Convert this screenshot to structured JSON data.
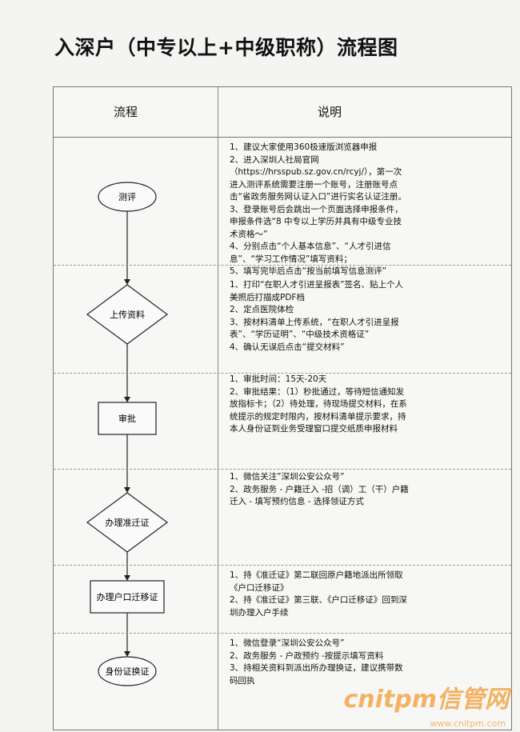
{
  "title": "入深户（中专以上+中级职称）流程图",
  "headers": {
    "process": "流程",
    "description": "说明"
  },
  "steps": [
    {
      "label": "测评",
      "shape": "ellipse",
      "lines": [
        "1、建议大家使用360极速版浏览器申报",
        "2、进入深圳人社局官网（https://hrsspub.sz.gov.cn/rcyj/），第一次进入测评系统需要注册一个账号，注册账号点击“省政务服务网认证入口”进行实名认证注册。",
        "3、登录账号后会跳出一个页面选择申报条件，申报条件选“8 中专以上学历并具有中级专业技术资格～”",
        "4、分别点击“个人基本信息”、“人才引进信息”、“学习工作情况”填写资料；",
        "5、填写完毕后点击“按当前填写信息测评”"
      ]
    },
    {
      "label": "上传资料",
      "shape": "diamond",
      "lines": [
        "1、打印“在职人才引进呈报表”签名、贴上个人美照后打描成PDF档",
        "2、定点医院体检",
        "3、按材料清单上传系统，“在职人才引进呈报表”、“学历证明”、“中级技术资格证”",
        "4、确认无误后点击“提交材料”"
      ]
    },
    {
      "label": "审批",
      "shape": "rect",
      "lines": [
        "1、审批时间：15天-20天",
        "2、审批结果：（1）秒批通过，等待短信通知发放指标卡；（2）待处理，待现场提交材料，在系统提示的规定时限内，按材料清单提示要求，持本人身份证到业务受理窗口提交纸质申报材料"
      ]
    },
    {
      "label": "办理准迁证",
      "shape": "diamond",
      "lines": [
        "1、微信关注”深圳公安公众号”",
        "2、政务服务 - 户籍迁入 -招（调）工（干）户籍迁入 - 填写预约信息 - 选择领证方式"
      ]
    },
    {
      "label": "办理户口迁移证",
      "shape": "rect",
      "lines": [
        "1、持《准迁证》第二联回原户籍地派出所领取《户口迁移证》",
        "2、持《准迁证》第三联、《户口迁移证》回到深圳办理入户手续"
      ]
    },
    {
      "label": "身份证换证",
      "shape": "ellipse",
      "lines": [
        "1、微信登录“深圳公安公众号”",
        "2、政务服务 - 户政预约 -按提示填写资料",
        "3、持相关资料到派出所办理换证，建议携带数码回执"
      ]
    }
  ],
  "watermark": {
    "logo": "cnitpm信管网",
    "url": "www.cnitpm.com"
  }
}
